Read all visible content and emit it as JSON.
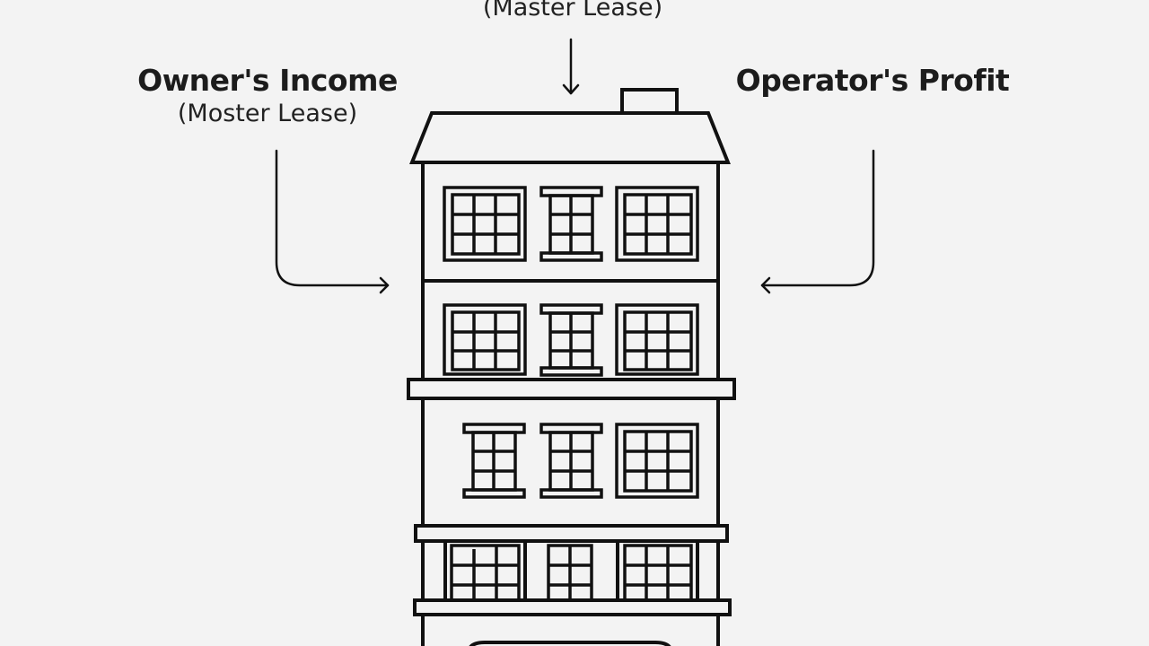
{
  "diagram": {
    "background_color": "#f3f3f3",
    "stroke_color": "#111111",
    "labels": {
      "top": {
        "subtitle": "(Master Lease)"
      },
      "left": {
        "title": "Owner's Income",
        "subtitle": "(Moster Lease)"
      },
      "right": {
        "title": "Operator's Profit"
      }
    },
    "arrows": [
      {
        "id": "top-arrow",
        "direction": "down",
        "points_to": "building-roof"
      },
      {
        "id": "left-arrow",
        "direction": "right",
        "points_to": "building-left-side"
      },
      {
        "id": "right-arrow",
        "direction": "left",
        "points_to": "building-right-side"
      }
    ],
    "building": {
      "type": "multi-storey apartment building",
      "visible_floors": 4,
      "windows_per_floor": 3,
      "has_chimney": true,
      "has_door_canopy": true
    }
  }
}
